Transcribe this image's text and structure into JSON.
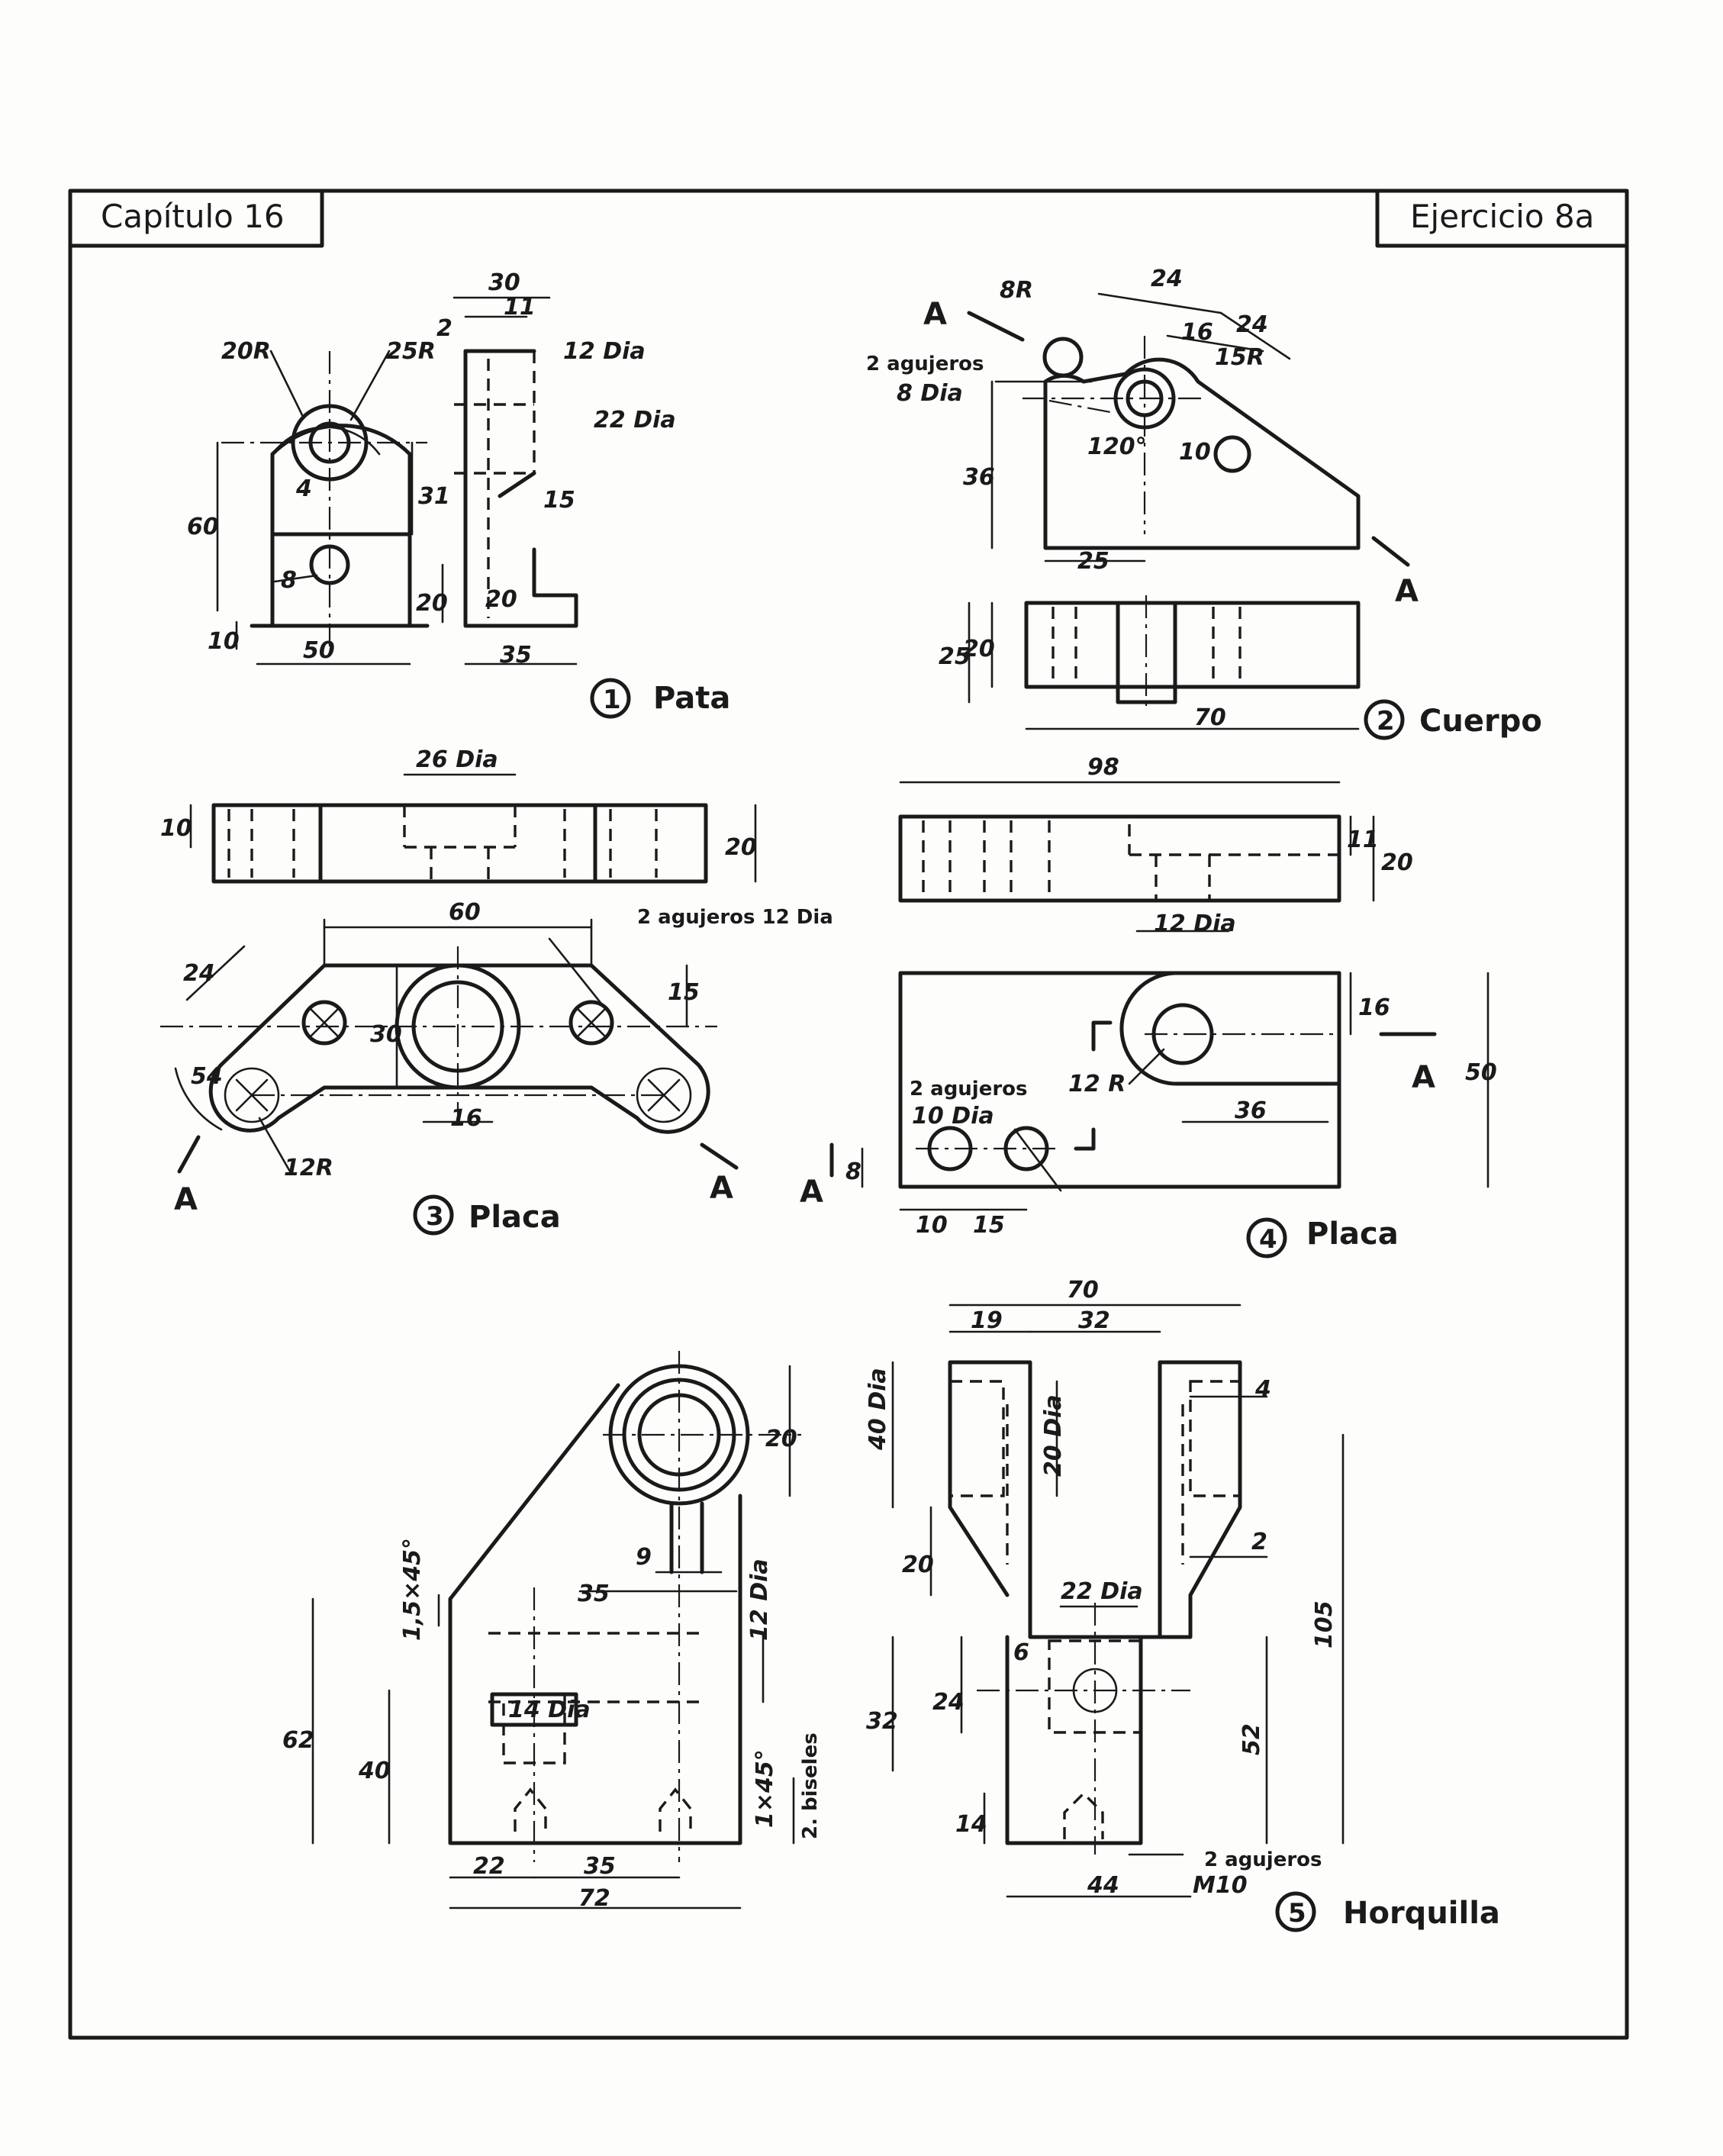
{
  "header": {
    "chapter": "Capítulo 16",
    "exercise": "Ejercicio 8a"
  },
  "parts": [
    {
      "number": "1",
      "name": "Pata"
    },
    {
      "number": "2",
      "name": "Cuerpo"
    },
    {
      "number": "3",
      "name": "Placa"
    },
    {
      "number": "4",
      "name": "Placa"
    },
    {
      "number": "5",
      "name": "Horquilla"
    }
  ],
  "section_mark": "A",
  "pata": {
    "dims": [
      "20R",
      "25R",
      "4",
      "8",
      "60",
      "10",
      "50",
      "30",
      "11",
      "2",
      "12 Dia",
      "22 Dia",
      "31",
      "15",
      "20",
      "20",
      "35"
    ]
  },
  "cuerpo": {
    "notes": [
      "2 agujeros",
      "8 Dia"
    ],
    "dims": [
      "8R",
      "24",
      "16",
      "24",
      "15R",
      "120°",
      "10",
      "36",
      "25",
      "25",
      "20",
      "70"
    ]
  },
  "placa3": {
    "notes": [
      "2 agujeros 12 Dia"
    ],
    "dims": [
      "26 Dia",
      "10",
      "20",
      "60",
      "24",
      "54",
      "30",
      "15",
      "16",
      "12R"
    ]
  },
  "placa4": {
    "notes": [
      "2 agujeros",
      "10 Dia"
    ],
    "dims": [
      "98",
      "11",
      "20",
      "12 Dia",
      "16",
      "50",
      "12 R",
      "36",
      "8",
      "10",
      "15"
    ]
  },
  "horquilla_left": {
    "notes": [
      "2. biseles"
    ],
    "dims": [
      "20",
      "9",
      "1,5×45°",
      "35",
      "12 Dia",
      "14 Dia",
      "62",
      "40",
      "1×45°",
      "22",
      "35",
      "72"
    ]
  },
  "horquilla_right": {
    "notes": [
      "2 agujeros",
      "M10"
    ],
    "dims": [
      "70",
      "19",
      "32",
      "40 Dia",
      "20 Dia",
      "4",
      "20",
      "2",
      "22 Dia",
      "6",
      "32",
      "24",
      "105",
      "52",
      "14",
      "44"
    ]
  }
}
